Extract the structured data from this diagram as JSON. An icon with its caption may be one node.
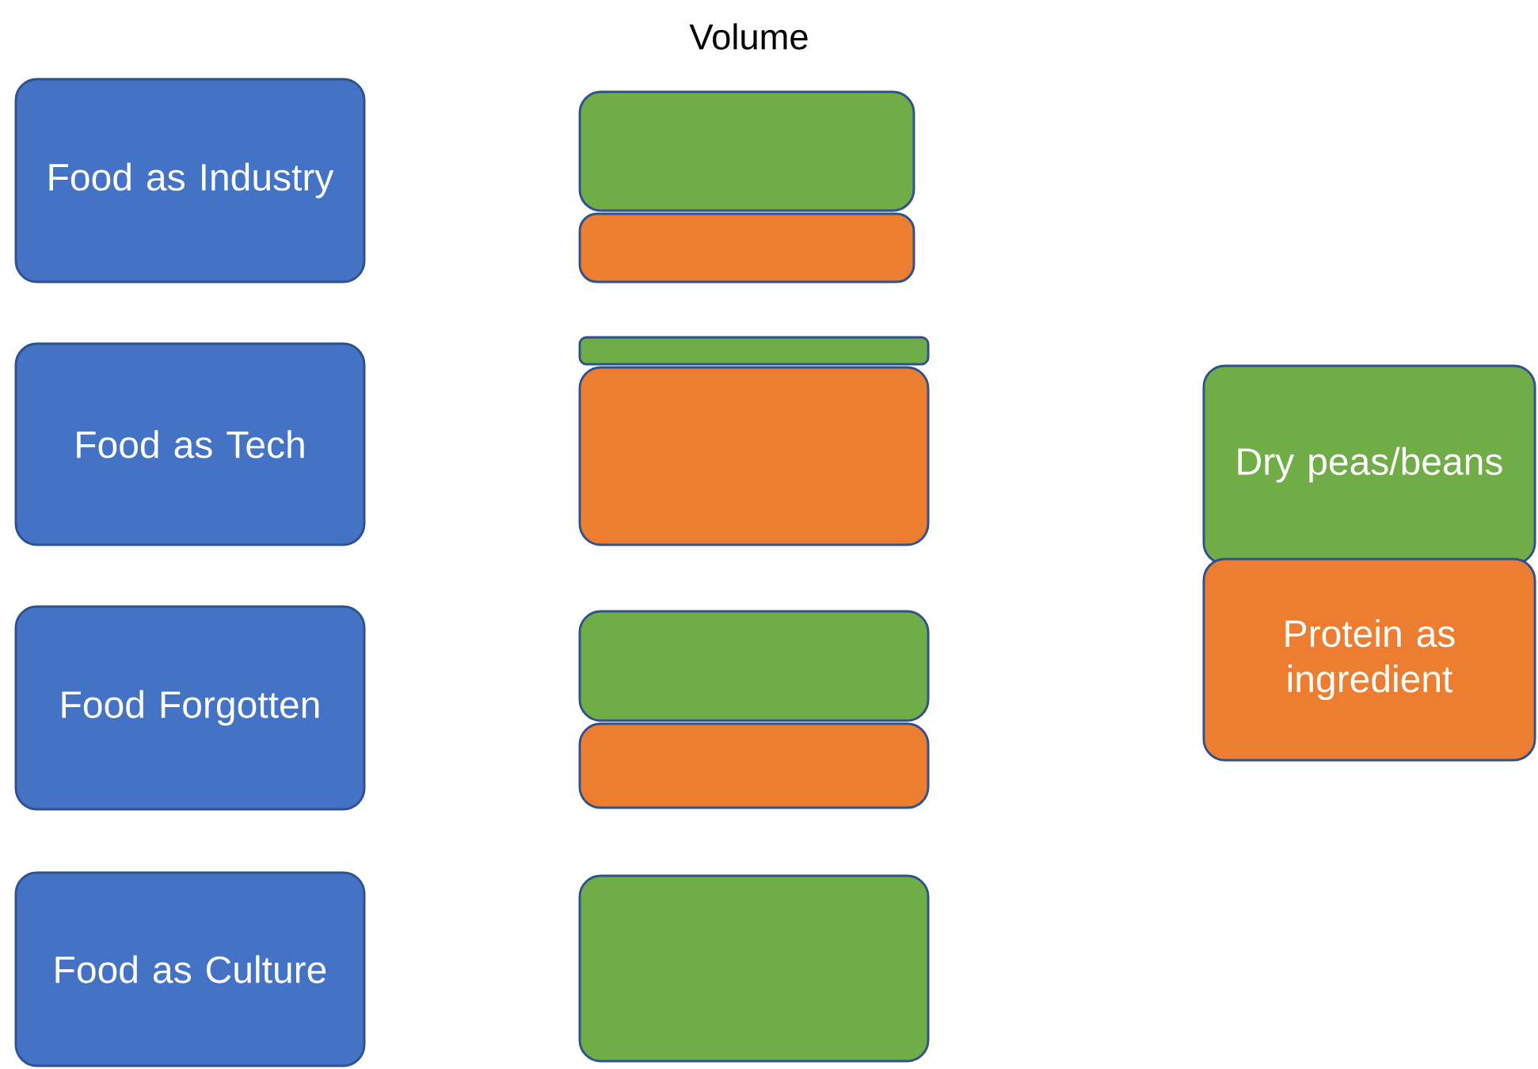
{
  "diagram": {
    "title": "Volume",
    "nodes": [
      {
        "text": [
          "Food as Industry"
        ]
      },
      {
        "text": [
          "Food as Tech"
        ]
      },
      {
        "text": [
          "Food Forgotten"
        ]
      },
      {
        "text": [
          "Food as Culture"
        ]
      },
      {
        "text": [],
        "shape": "box"
      },
      {
        "text": [],
        "shape": "box"
      },
      {
        "text": [],
        "shape": "box"
      },
      {
        "text": [],
        "shape": "box"
      },
      {
        "text": [],
        "shape": "box"
      },
      {
        "text": [],
        "shape": "box"
      },
      {
        "text": [],
        "shape": "box"
      },
      {
        "text": [
          "Dry peas/beans"
        ]
      },
      {
        "text": [
          "Protein as ingredient"
        ]
      }
    ]
  }
}
